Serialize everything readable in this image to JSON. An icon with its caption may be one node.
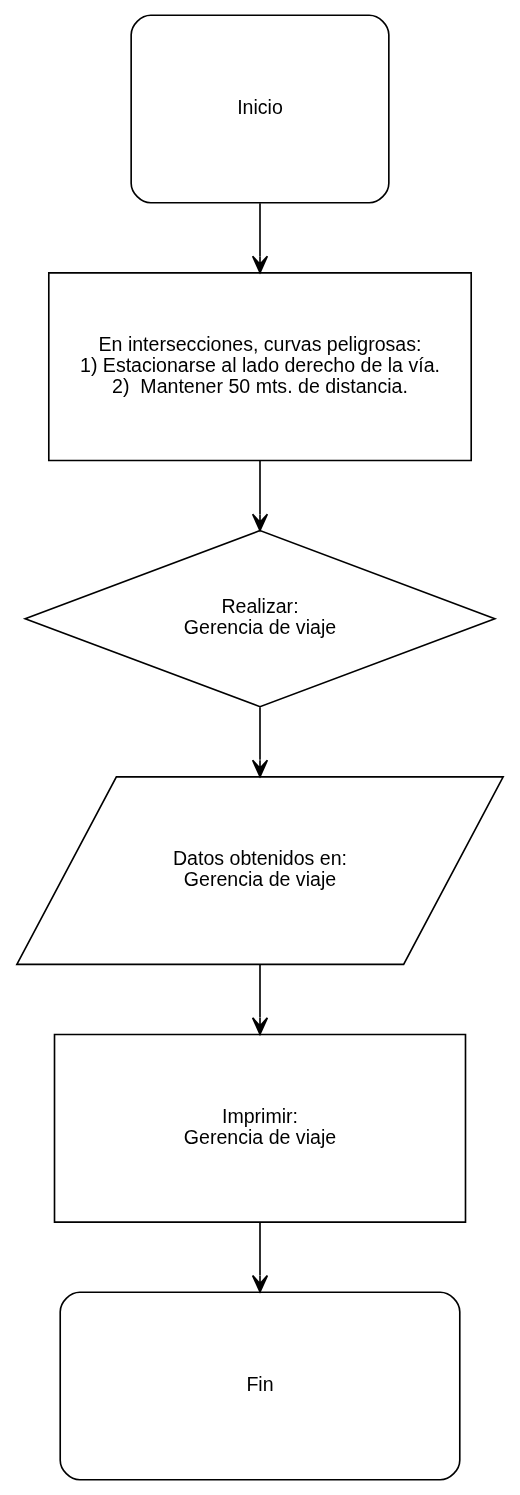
{
  "diagram": {
    "nodes": [
      {
        "text": [
          "Inicio"
        ]
      },
      {
        "text": [
          "En intersecciones, curvas peligrosas:",
          "1) Estacionarse al lado derecho de la vía.",
          "2)  Mantener 50 mts. de distancia."
        ]
      },
      {
        "text": [
          "Realizar:",
          "Gerencia de viaje"
        ]
      },
      {
        "text": [
          "Datos obtenidos en:",
          "Gerencia de viaje"
        ]
      },
      {
        "text": [
          "Imprimir:",
          "Gerencia de viaje"
        ]
      },
      {
        "text": [
          "Fin"
        ]
      }
    ],
    "edges": [
      {
        "from": 0,
        "to": 1,
        "arrow": "to"
      },
      {
        "from": 1,
        "to": 2,
        "arrow": "to"
      },
      {
        "from": 2,
        "to": 3,
        "arrow": "to"
      },
      {
        "from": 3,
        "to": 4,
        "arrow": "to"
      },
      {
        "from": 4,
        "to": 5,
        "arrow": "to"
      }
    ]
  }
}
